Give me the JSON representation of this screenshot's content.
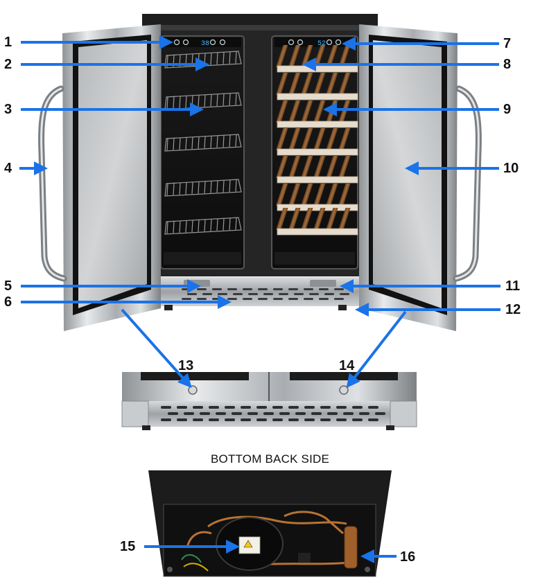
{
  "callouts": [
    "1",
    "2",
    "3",
    "4",
    "5",
    "6",
    "7",
    "8",
    "9",
    "10",
    "11",
    "12",
    "13",
    "14",
    "15",
    "16"
  ],
  "caption": "BOTTOM BACK SIDE",
  "display_left": "38",
  "display_right": "52",
  "colors": {
    "arrow": "#1a73e8",
    "cabinet": "#2b2b2b",
    "steel": "#b9bcbf",
    "wood": "#8a5a2e",
    "shelf_front": "#e6dccd"
  },
  "icons": [
    "wire-shelf",
    "wooden-rack",
    "door-handle",
    "hinge",
    "door-lock",
    "compressor",
    "condenser-coil"
  ]
}
